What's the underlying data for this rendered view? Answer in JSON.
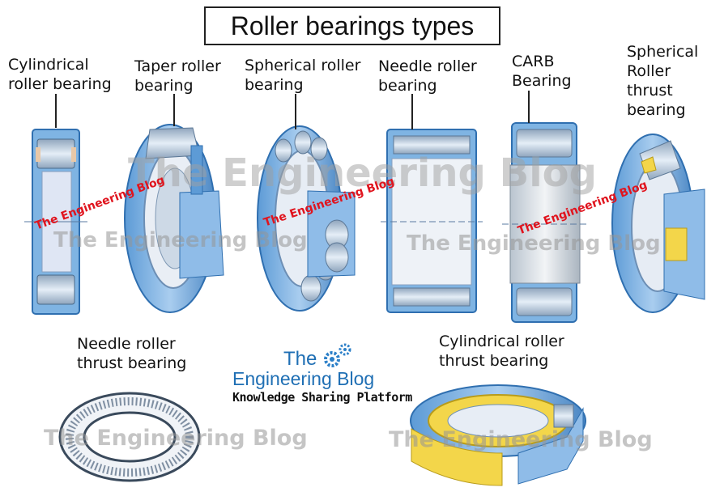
{
  "title": "Roller bearings types",
  "labels": {
    "cylindrical": "Cylindrical\nroller bearing",
    "taper": "Taper roller\nbearing",
    "spherical": "Spherical roller\nbearing",
    "needle": "Needle roller\nbearing",
    "carb": "CARB\nBearing",
    "spherical_thrust": "Spherical\nRoller\nthrust\nbearing",
    "needle_thrust": "Needle roller\nthrust  bearing",
    "cylindrical_thrust": "Cylindrical roller\nthrust bearing"
  },
  "watermarks": {
    "text": "The Engineering Blog"
  },
  "logo": {
    "the": "The",
    "name": "Engineering Blog",
    "tagline": "Knowledge Sharing Platform"
  },
  "colors": {
    "bearing_blue": "#7fb4e3",
    "bearing_dark": "#2f6fb0",
    "roller_light": "#c9d9ea",
    "cage_yellow": "#f3d64a",
    "watermark_red": "#e0141e",
    "logo_blue": "#1f6fb4"
  }
}
